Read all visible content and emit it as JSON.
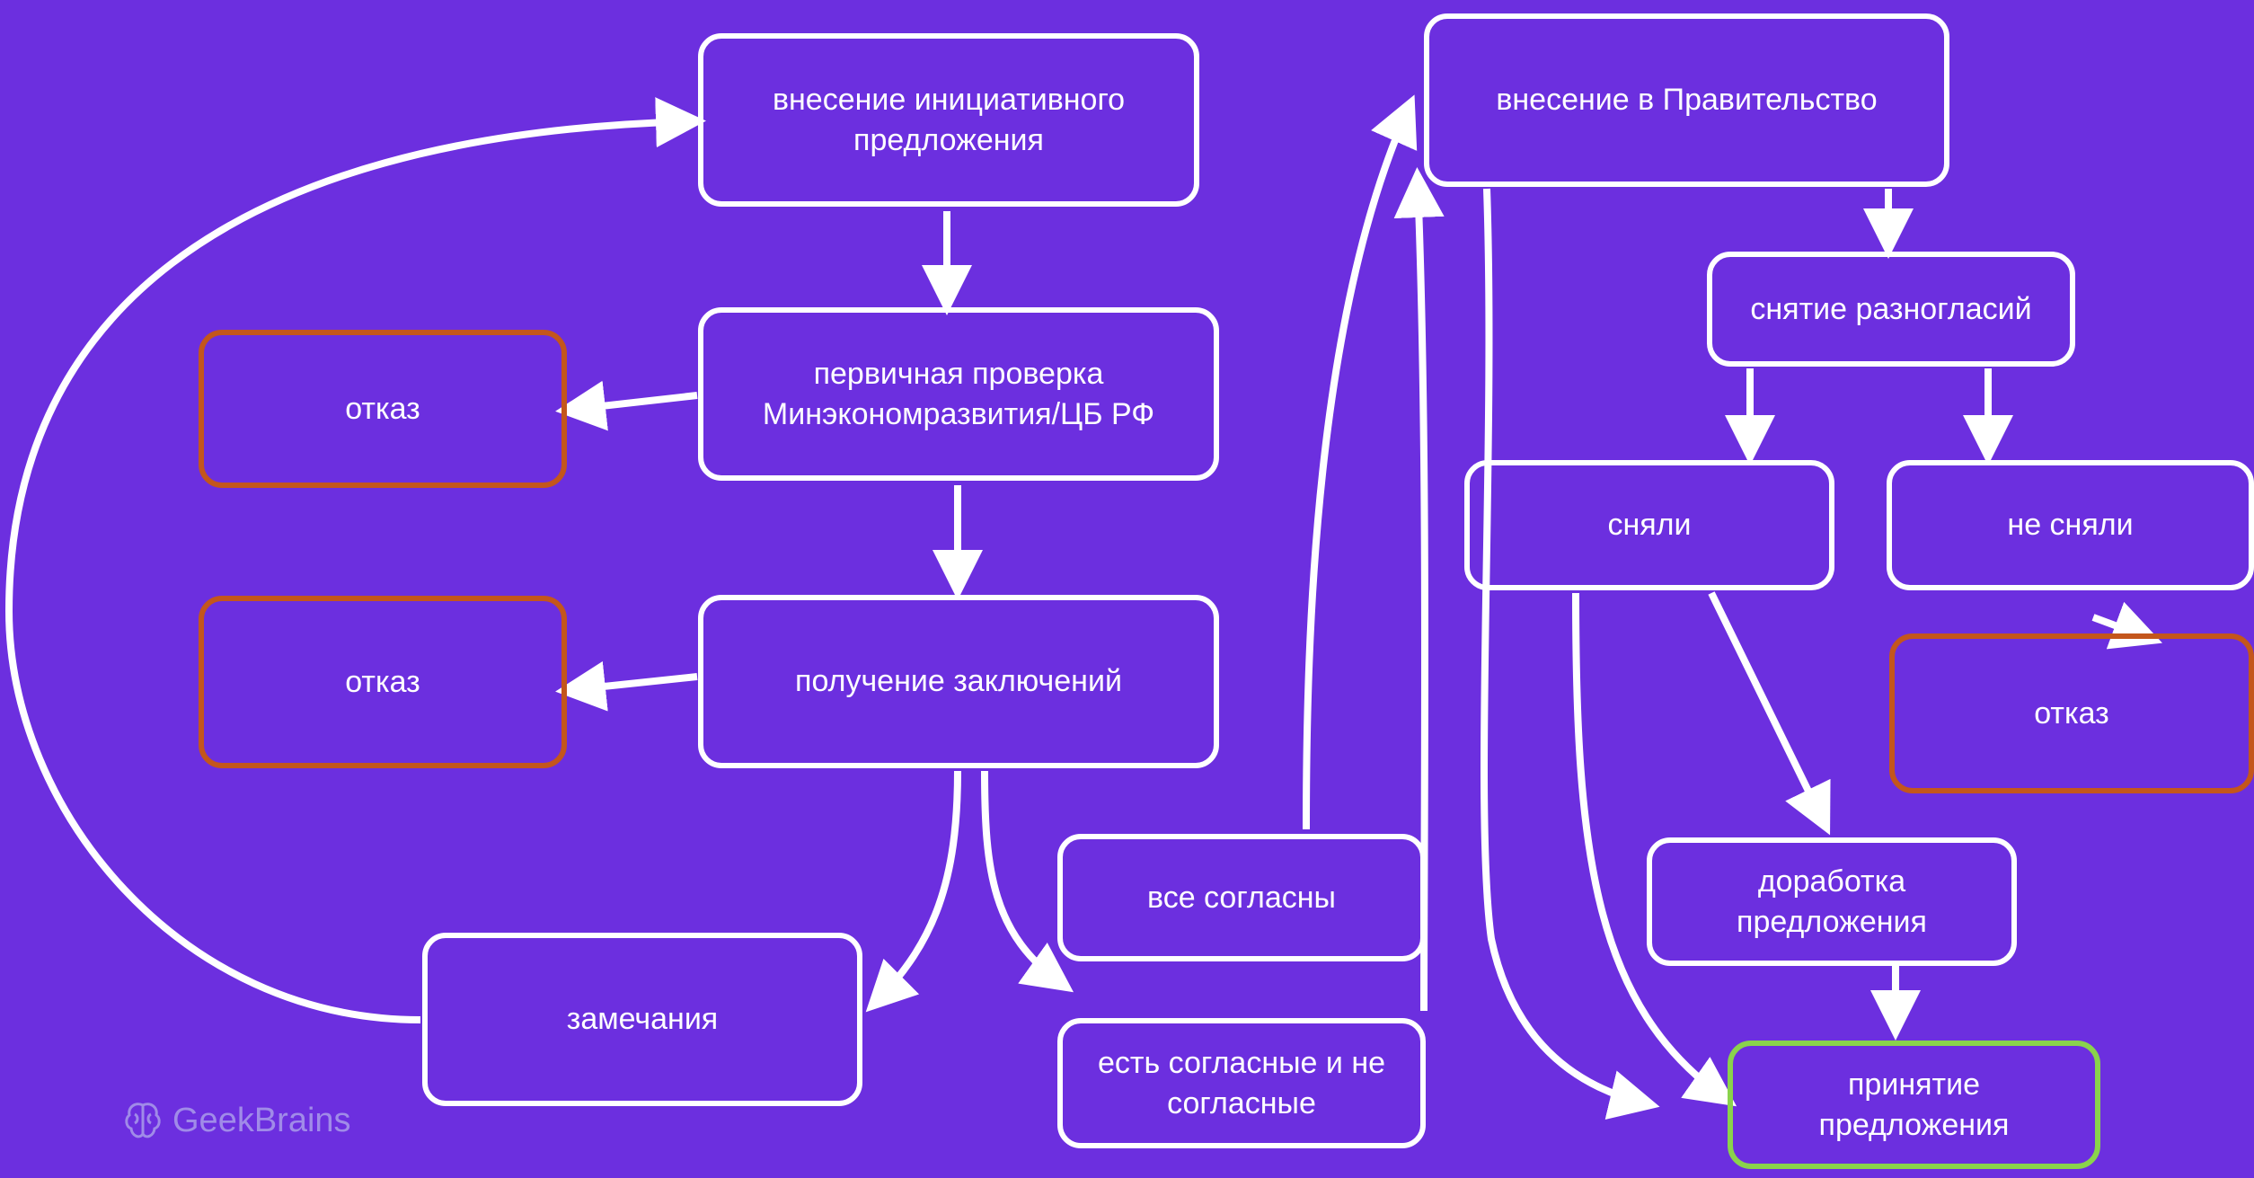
{
  "colors": {
    "background": "#6c2fdf",
    "box_border": "#ffffff",
    "refusal_border": "#c4561c",
    "accepted_border": "#8ad34c"
  },
  "nodes": {
    "initiative": "внесение инициативного предложения",
    "primary_check": "первичная проверка Минэкономразвития/ЦБ РФ",
    "refusal_1": "отказ",
    "refusal_2": "отказ",
    "conclusions": "получение заключений",
    "remarks": "замечания",
    "all_agree": "все согласны",
    "mixed": "есть согласные и не согласные",
    "government": "внесение в Правительство",
    "resolve": "снятие разногласий",
    "resolved": "сняли",
    "not_resolved": "не сняли",
    "refusal_3": "отказ",
    "revision": "доработка предложения",
    "accepted": "принятие предложения"
  },
  "logo": {
    "text": "GeekBrains",
    "icon": "brain-icon"
  }
}
